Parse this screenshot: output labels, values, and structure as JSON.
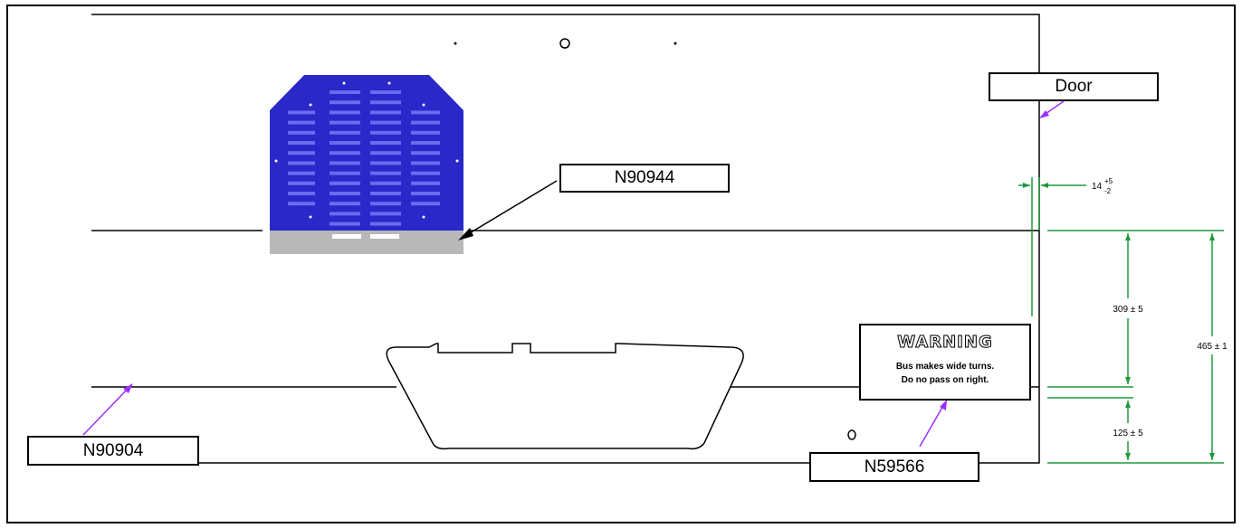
{
  "callouts": {
    "door": "Door",
    "vent_part": "N90944",
    "panel_line_part": "N90904",
    "label_part": "N59566"
  },
  "warning_label": {
    "title": "WARNING",
    "line1": "Bus makes wide turns.",
    "line2": "Do no pass on right."
  },
  "dimensions": {
    "offset_value": "14",
    "offset_plus": "+5",
    "offset_minus": "-2",
    "upper_height": "309 ± 5",
    "lower_height": "125 ± 5",
    "total_height": "465 ± 1"
  },
  "colors": {
    "vent_blue": "#2a28c8",
    "vent_slot": "#6b6bf0",
    "vent_base": "#b8b8b8",
    "dimension_green": "#1e9a3a",
    "leader_purple": "#9b30ff"
  }
}
